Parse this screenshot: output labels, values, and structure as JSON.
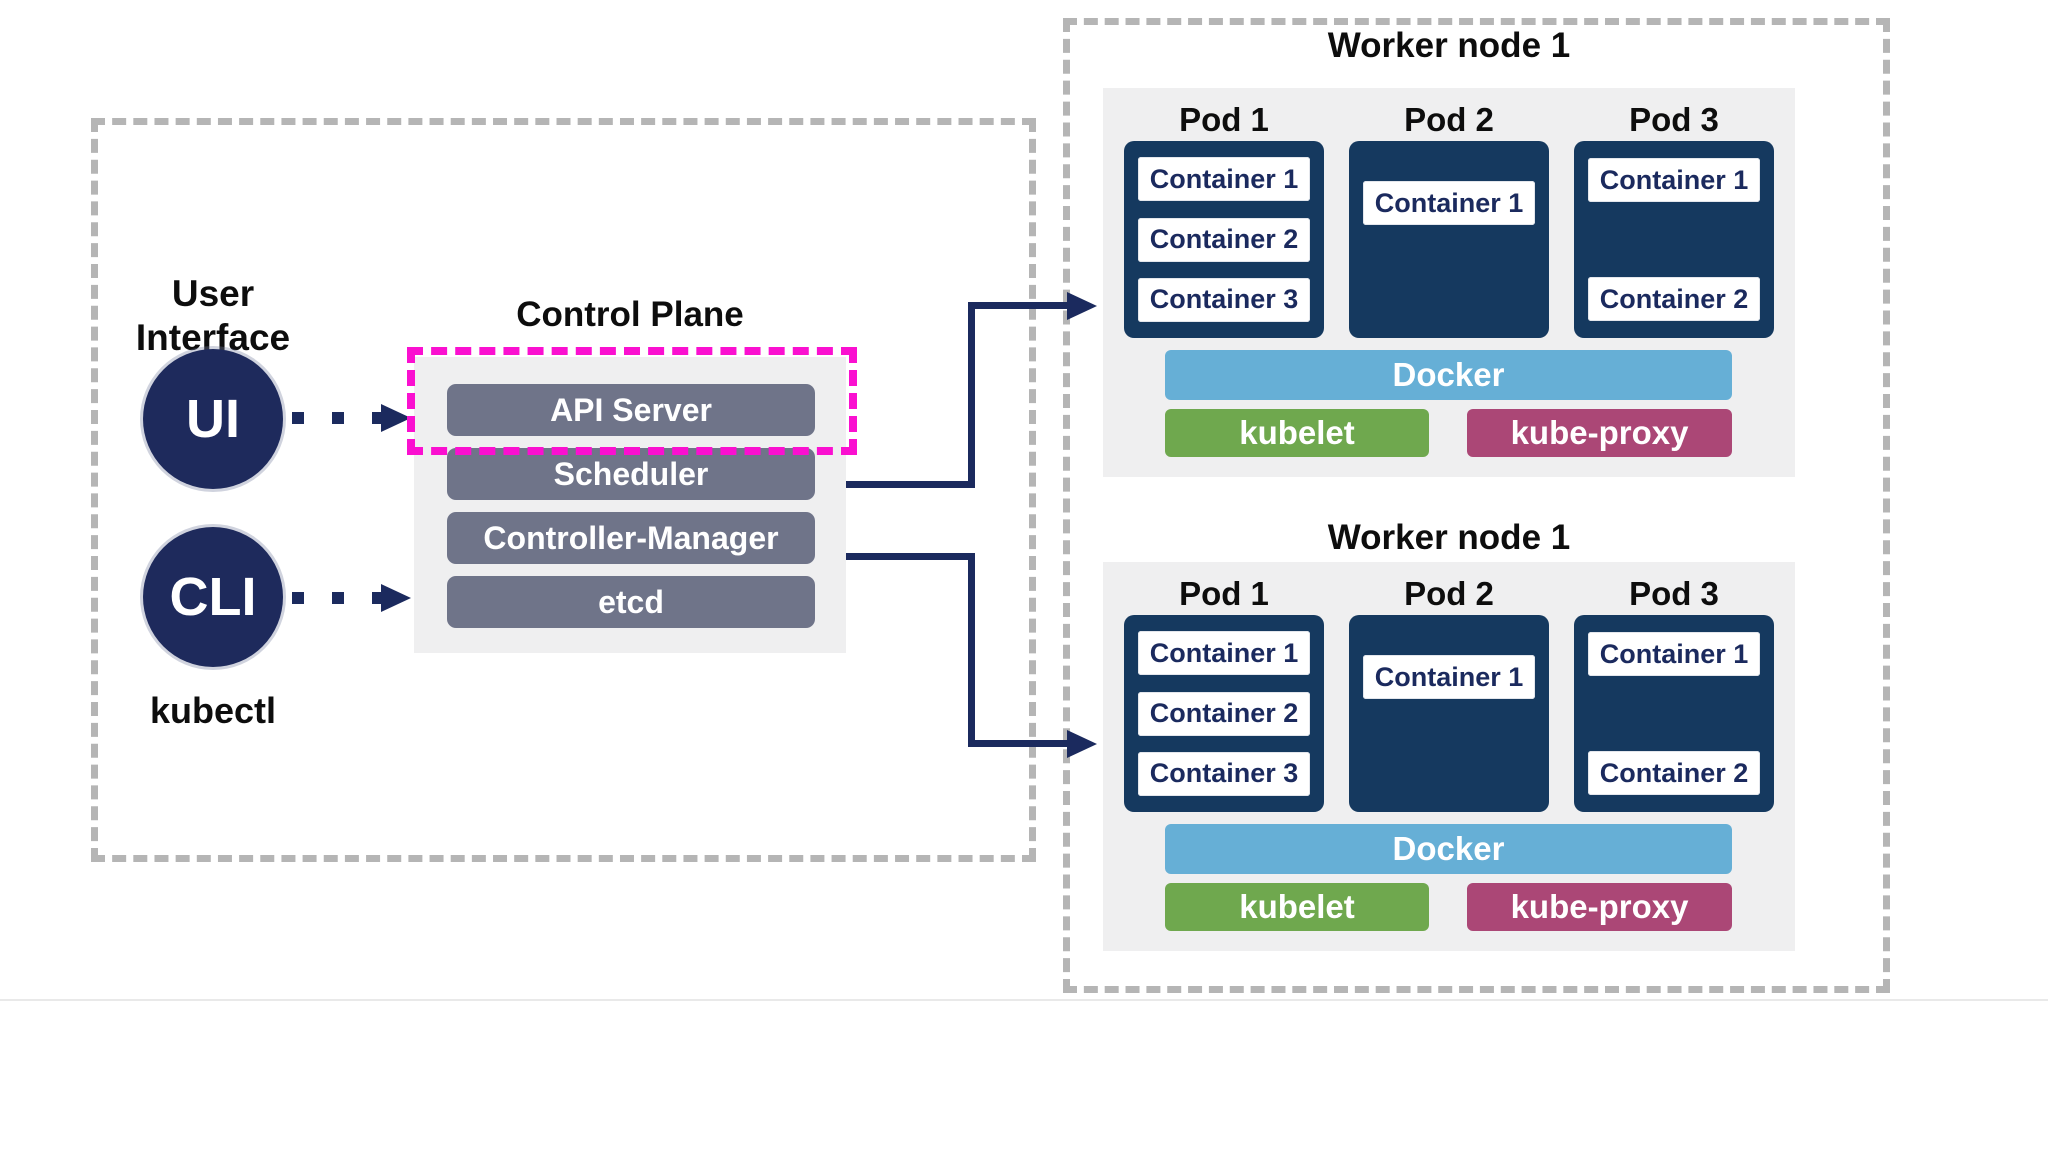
{
  "ui": {
    "group_label": "User Interface",
    "ui_label": "UI",
    "cli_label": "CLI",
    "cli_caption": "kubectl"
  },
  "control_plane": {
    "title": "Control Plane",
    "components": [
      "API Server",
      "Scheduler",
      "Controller-Manager",
      "etcd"
    ],
    "highlighted_component": "API Server"
  },
  "workers": [
    {
      "title": "Worker node 1",
      "pods": [
        {
          "label": "Pod 1",
          "containers": [
            "Container 1",
            "Container 2",
            "Container 3"
          ]
        },
        {
          "label": "Pod 2",
          "containers": [
            "Container 1"
          ]
        },
        {
          "label": "Pod 3",
          "containers": [
            "Container 1",
            "Container 2"
          ]
        }
      ],
      "docker_label": "Docker",
      "kubelet_label": "kubelet",
      "kube_proxy_label": "kube-proxy"
    },
    {
      "title": "Worker node 1",
      "pods": [
        {
          "label": "Pod 1",
          "containers": [
            "Container 1",
            "Container 2",
            "Container 3"
          ]
        },
        {
          "label": "Pod 2",
          "containers": [
            "Container 1"
          ]
        },
        {
          "label": "Pod 3",
          "containers": [
            "Container 1",
            "Container 2"
          ]
        }
      ],
      "docker_label": "Docker",
      "kubelet_label": "kubelet",
      "kube_proxy_label": "kube-proxy"
    }
  ],
  "colors": {
    "navy": "#1e2a5c",
    "pod_navy": "#15395f",
    "slate_bar": "#6f7489",
    "docker_blue": "#66afd6",
    "kubelet_green": "#6fa84e",
    "kube_proxy_rose": "#ab4776",
    "highlight_magenta": "#fa10d0",
    "arrow_navy": "#1b2a5e",
    "dash_gray": "#b5b5b5",
    "panel_gray": "#efeff0"
  }
}
